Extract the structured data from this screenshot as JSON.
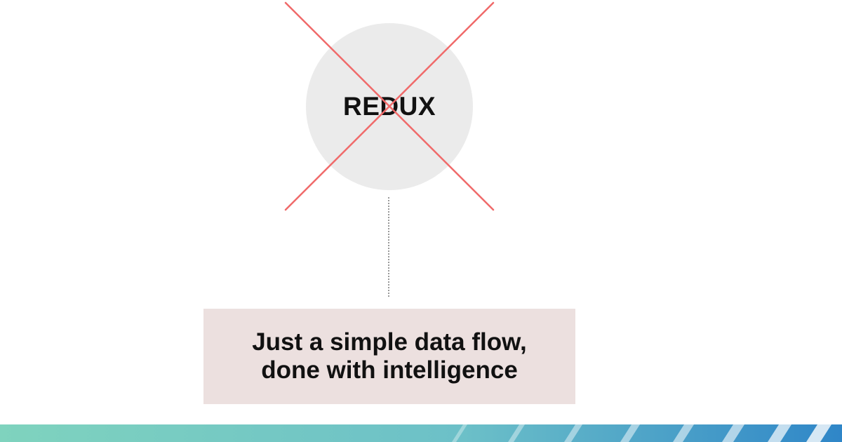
{
  "node": {
    "label": "REDUX"
  },
  "caption": {
    "line1": "Just a simple data flow,",
    "line2": "done with intelligence"
  },
  "colors": {
    "cross": "#f06a6a",
    "circle": "#ebebeb",
    "caption_bg": "#ece0df",
    "band_start": "#7fd3be",
    "band_end": "#2f86c8"
  },
  "icons": {
    "cross": "x-mark-icon"
  }
}
